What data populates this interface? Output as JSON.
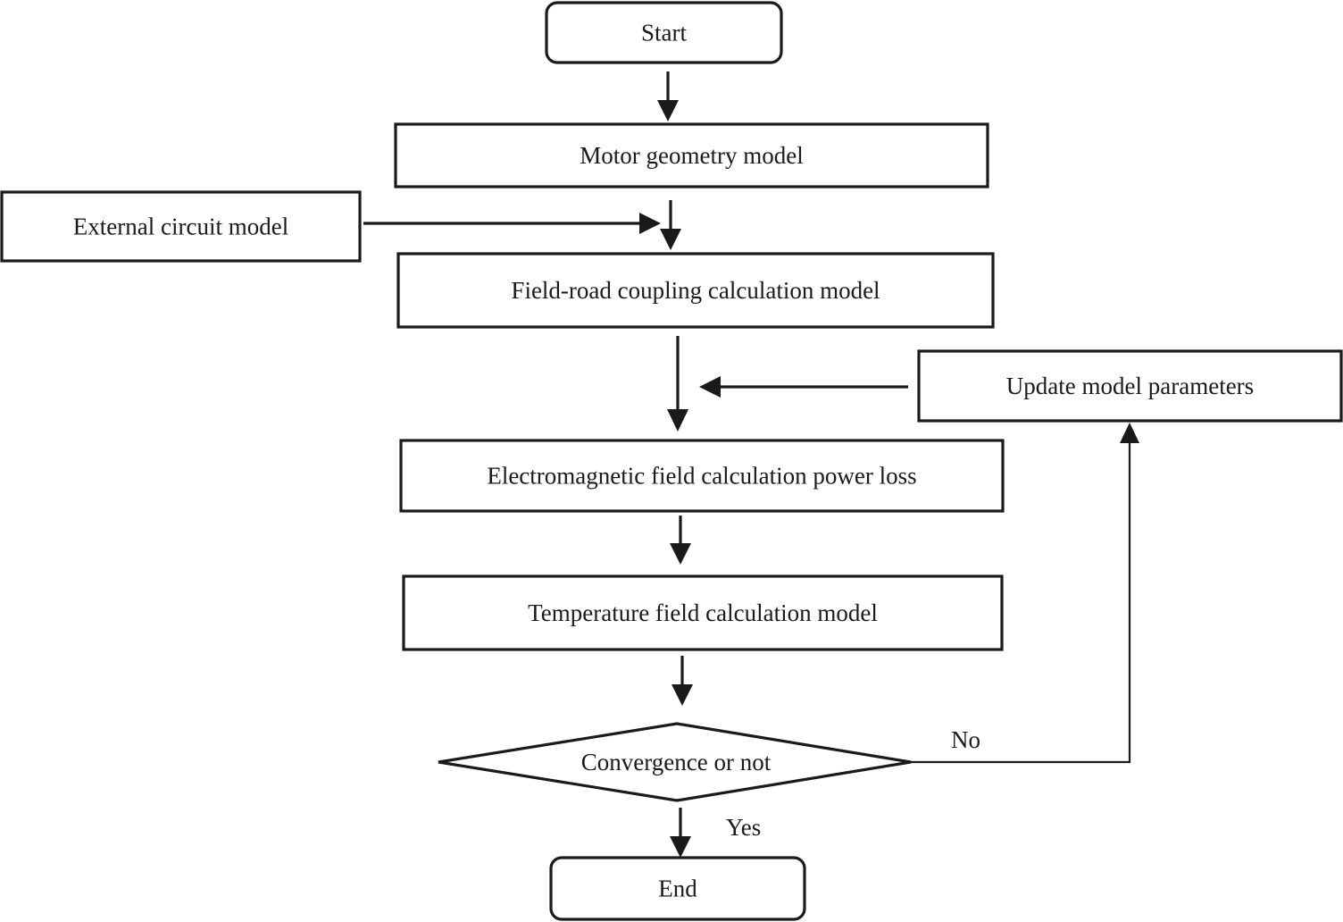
{
  "diagram": {
    "nodes": {
      "start": "Start",
      "motor_geometry": "Motor geometry model",
      "external_circuit": "External circuit model",
      "field_road": "Field-road coupling calculation model",
      "update_params": "Update model parameters",
      "em_field": "Electromagnetic field calculation power loss",
      "temperature": "Temperature field calculation model",
      "convergence": "Convergence or not",
      "end": "End"
    },
    "edge_labels": {
      "no": "No",
      "yes": "Yes"
    },
    "colors": {
      "stroke": "#1a1a1a",
      "background": "#ffffff"
    }
  }
}
